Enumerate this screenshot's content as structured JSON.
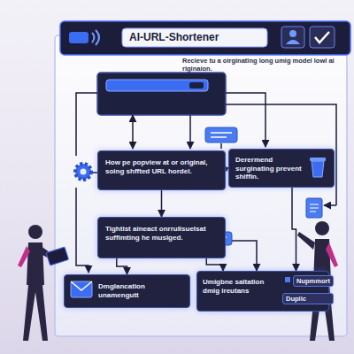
{
  "diagram": {
    "title": "AI-URL-Shortener",
    "nodes": [
      {
        "text": [
          "How pe popview at or original, soing shffted URL hordel."
        ]
      },
      {
        "text": [
          "Derermend surginating prevent shiffin."
        ]
      },
      {
        "text": [
          "Tightist aineact onrrulisuelsat suffimting he muslged."
        ]
      },
      {
        "text": [
          "Dmglancation unamengutt"
        ]
      },
      {
        "text": [
          "Umigbne saltation dmig ireutans",
          "Nupmmort",
          "Duplic"
        ]
      }
    ],
    "edges": [
      {
        "from": 0,
        "to": 1,
        "arrow": "to"
      },
      {
        "from": 0,
        "to": 2,
        "arrow": "to"
      },
      {
        "from": 2,
        "to": 3,
        "arrow": "to"
      },
      {
        "from": 2,
        "to": 4,
        "arrow": "to"
      },
      {
        "from": 1,
        "to": 4,
        "arrow": "to"
      }
    ],
    "labels": [
      "Recieve tu a oirginating long umig model lowl ai riginaion."
    ]
  }
}
